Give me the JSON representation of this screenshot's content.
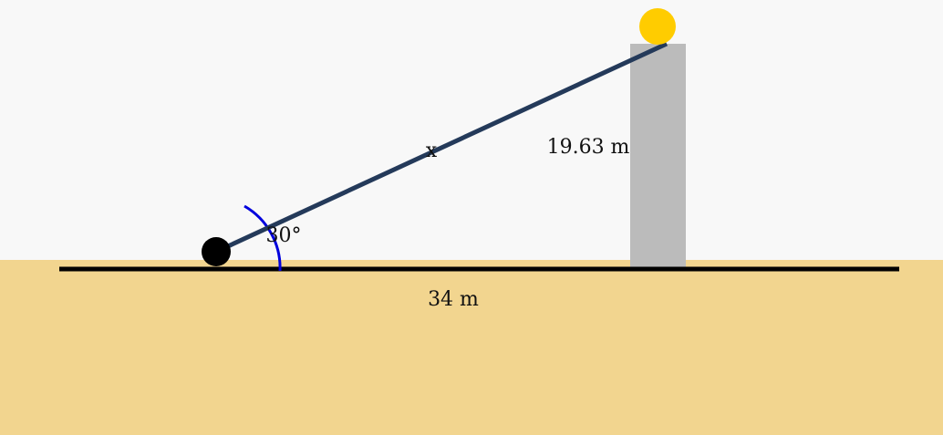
{
  "labels": {
    "hypotenuse": "x",
    "height": "19.63 m",
    "base": "34 m",
    "angle": "30°"
  },
  "colors": {
    "sky": "#f8f8f8",
    "ground": "#f2d58f",
    "baseline": "#000000",
    "rope": "#243a5a",
    "pole": "#bbbbbb",
    "sun": "#ffcc00",
    "observer": "#000000",
    "angle_arc": "#0000dd"
  }
}
